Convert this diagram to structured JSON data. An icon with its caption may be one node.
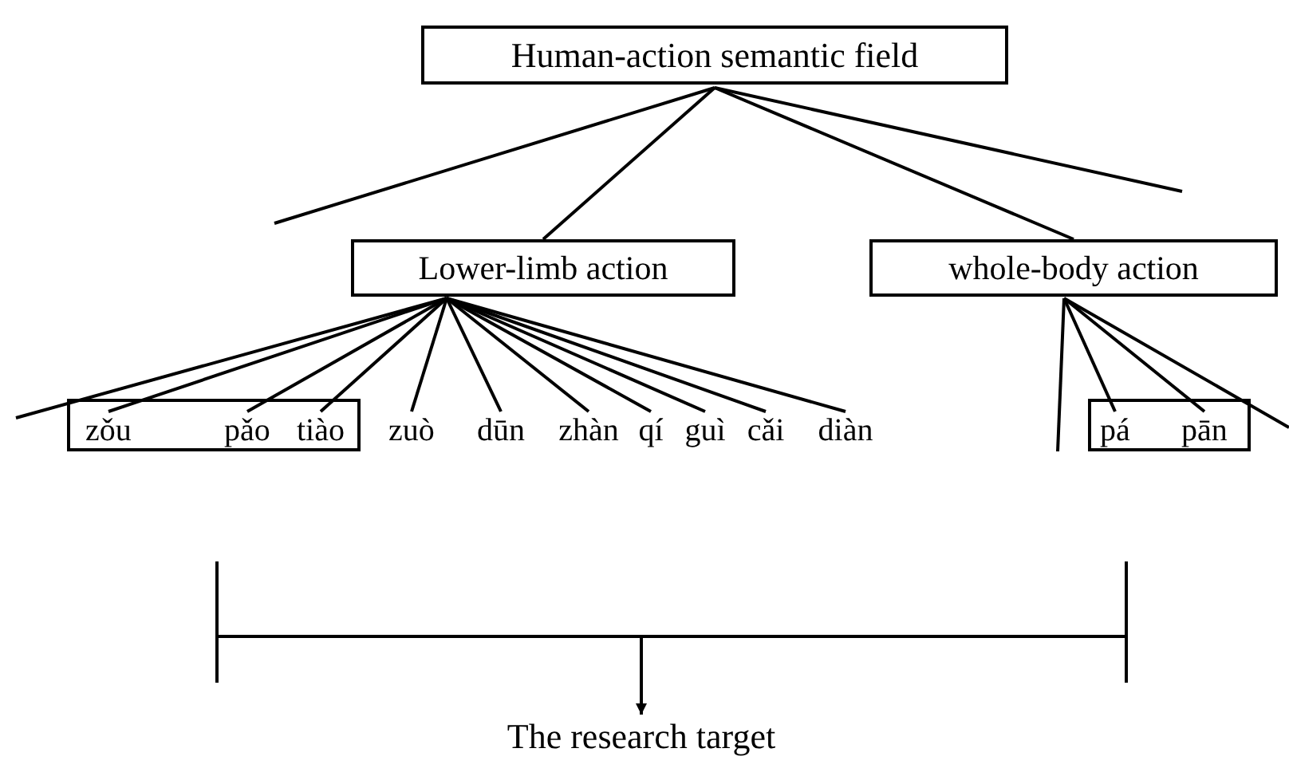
{
  "diagram": {
    "nodes": [
      {
        "text": [
          "Human-action semantic field"
        ]
      },
      {
        "text": [
          "Lower-limb action"
        ]
      },
      {
        "text": [
          "whole-body action"
        ]
      },
      {
        "text": [],
        "shape": "box"
      },
      {
        "text": [
          "zǒu"
        ],
        "in": 3
      },
      {
        "text": [
          "pǎo"
        ],
        "in": 3
      },
      {
        "text": [
          "tiào"
        ],
        "in": 3
      },
      {
        "text": [
          "zuò"
        ]
      },
      {
        "text": [
          "dūn"
        ]
      },
      {
        "text": [
          "zhàn"
        ]
      },
      {
        "text": [
          "qí"
        ]
      },
      {
        "text": [
          "guì"
        ]
      },
      {
        "text": [
          "cǎi"
        ]
      },
      {
        "text": [
          "diàn"
        ]
      },
      {
        "text": [],
        "shape": "box"
      },
      {
        "text": [
          "pá"
        ],
        "in": 14
      },
      {
        "text": [
          "pān"
        ],
        "in": 14
      },
      {
        "text": [],
        "shape": "bracket"
      },
      {
        "text": [
          "The research target"
        ]
      }
    ],
    "edges": [
      {
        "from": 0,
        "to": null,
        "arrow": "none"
      },
      {
        "from": 0,
        "to": 1,
        "arrow": "none"
      },
      {
        "from": 0,
        "to": 2,
        "arrow": "none"
      },
      {
        "from": 0,
        "to": null,
        "arrow": "none"
      },
      {
        "from": 1,
        "to": null,
        "arrow": "none"
      },
      {
        "from": 1,
        "to": 4,
        "arrow": "none"
      },
      {
        "from": 1,
        "to": 5,
        "arrow": "none"
      },
      {
        "from": 1,
        "to": 6,
        "arrow": "none"
      },
      {
        "from": 1,
        "to": 7,
        "arrow": "none"
      },
      {
        "from": 1,
        "to": 8,
        "arrow": "none"
      },
      {
        "from": 1,
        "to": 9,
        "arrow": "none"
      },
      {
        "from": 1,
        "to": 10,
        "arrow": "none"
      },
      {
        "from": 1,
        "to": 11,
        "arrow": "none"
      },
      {
        "from": 1,
        "to": 12,
        "arrow": "none"
      },
      {
        "from": 1,
        "to": 13,
        "arrow": "none"
      },
      {
        "from": 2,
        "to": null,
        "arrow": "none"
      },
      {
        "from": 2,
        "to": 15,
        "arrow": "none"
      },
      {
        "from": 2,
        "to": 16,
        "arrow": "none"
      },
      {
        "from": 2,
        "to": null,
        "arrow": "none"
      },
      {
        "from": 17,
        "to": 18,
        "arrow": "to"
      }
    ]
  }
}
